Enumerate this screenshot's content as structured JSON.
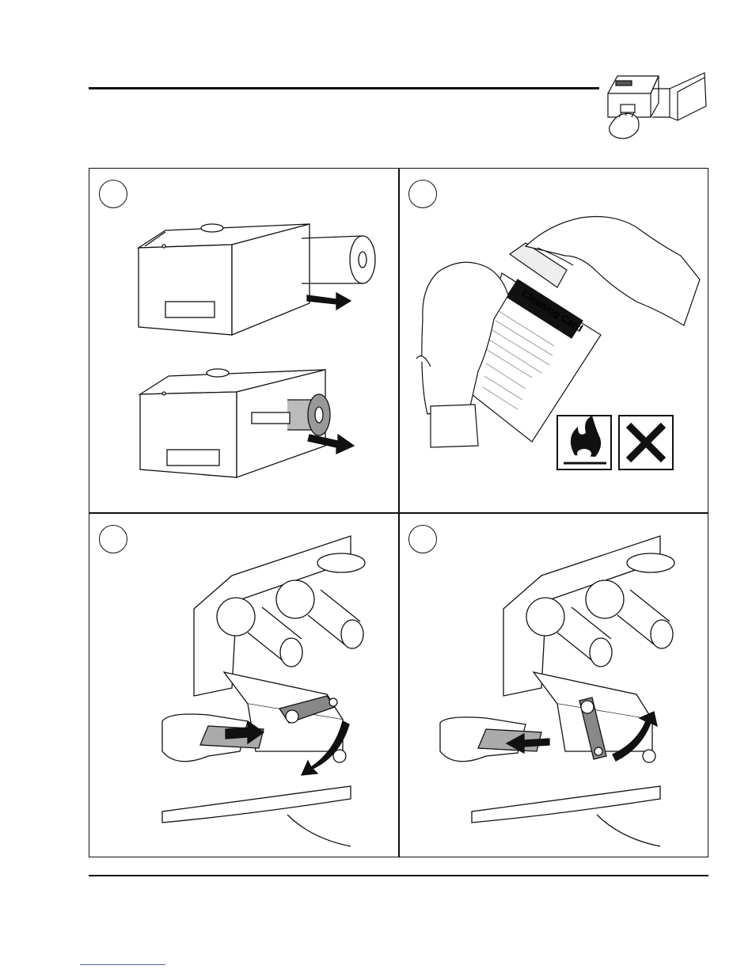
{
  "header": {
    "thumbnail_icon": "printer-cleaning-icon"
  },
  "steps": [
    {
      "id": 1,
      "icon": "printer-remove-media-icon"
    },
    {
      "id": 2,
      "icon": "cleaning-card-icon",
      "card_title": "Cleaning Card"
    },
    {
      "id": 3,
      "icon": "insert-cleaning-card-icon"
    },
    {
      "id": 4,
      "icon": "remove-cleaning-card-icon"
    }
  ],
  "hazard_symbols": [
    "flammable-icon",
    "harmful-x-icon"
  ]
}
